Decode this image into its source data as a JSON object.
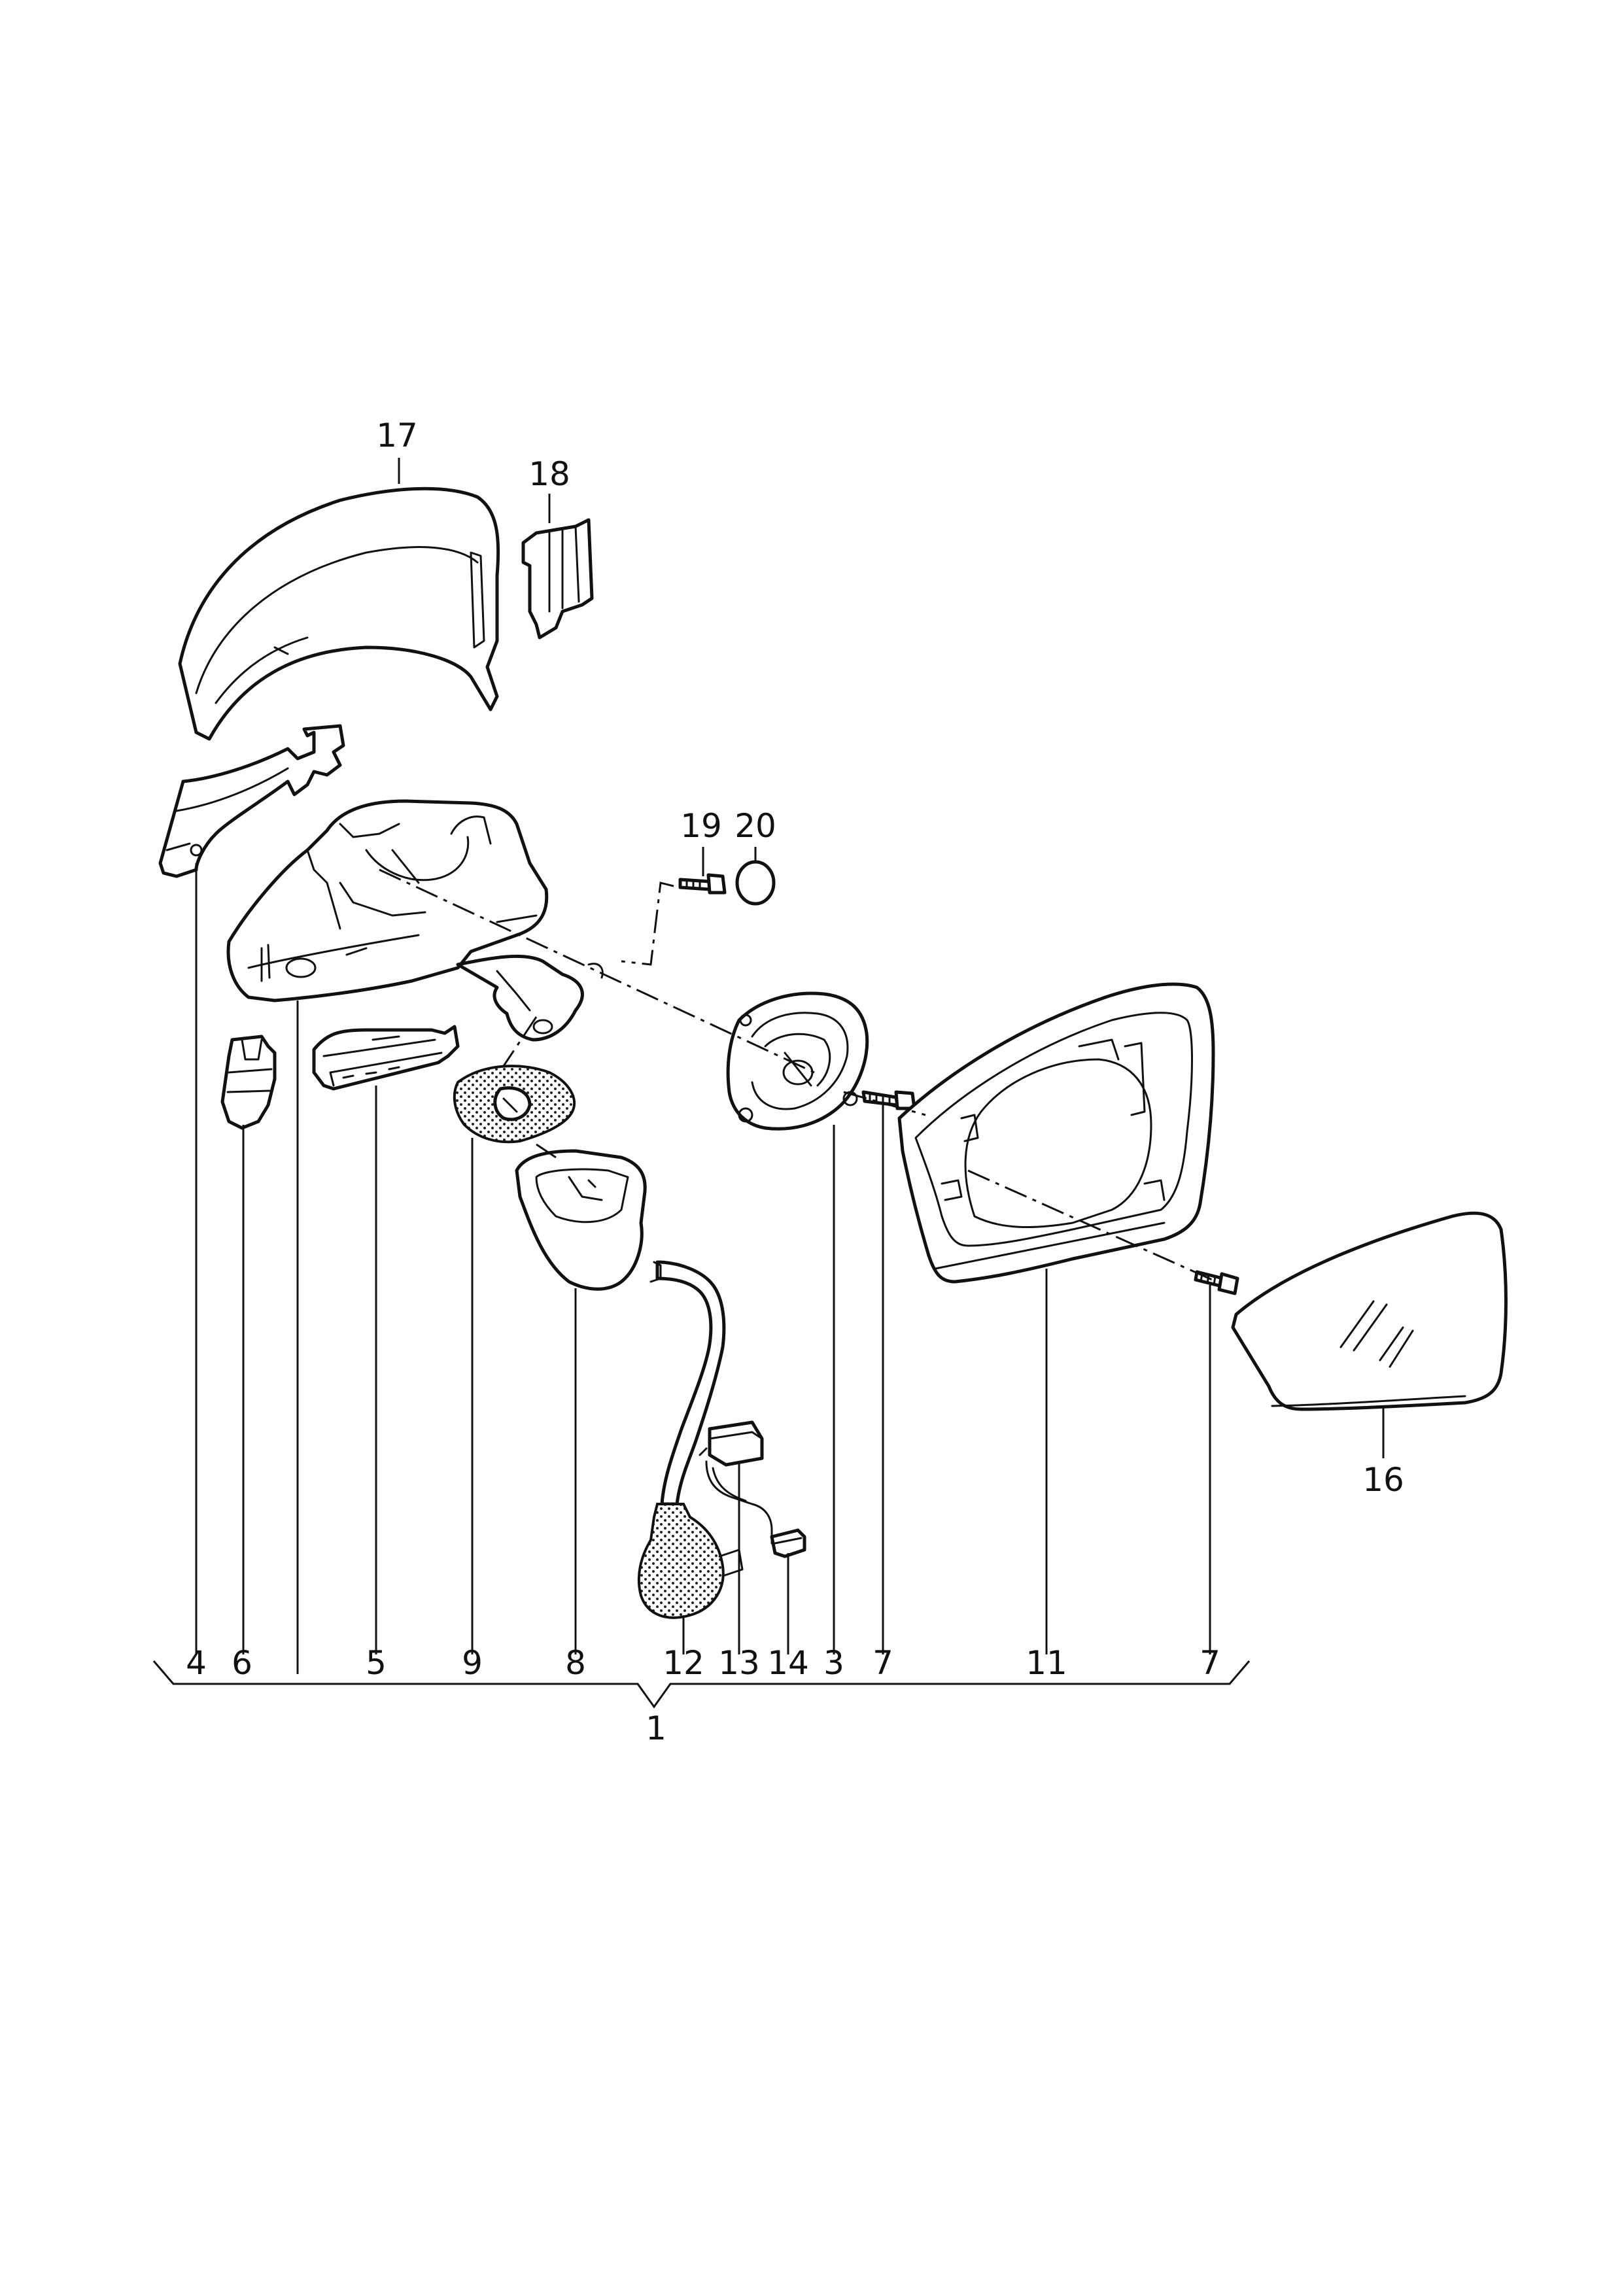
{
  "diagram": {
    "labels": {
      "p1": "1",
      "p3": "3",
      "p4": "4",
      "p5": "5",
      "p6": "6",
      "p7a": "7",
      "p7b": "7",
      "p8": "8",
      "p9": "9",
      "p11": "11",
      "p12": "12",
      "p13": "13",
      "p14": "14",
      "p16": "16",
      "p17": "17",
      "p18": "18",
      "p19": "19",
      "p20": "20"
    }
  }
}
